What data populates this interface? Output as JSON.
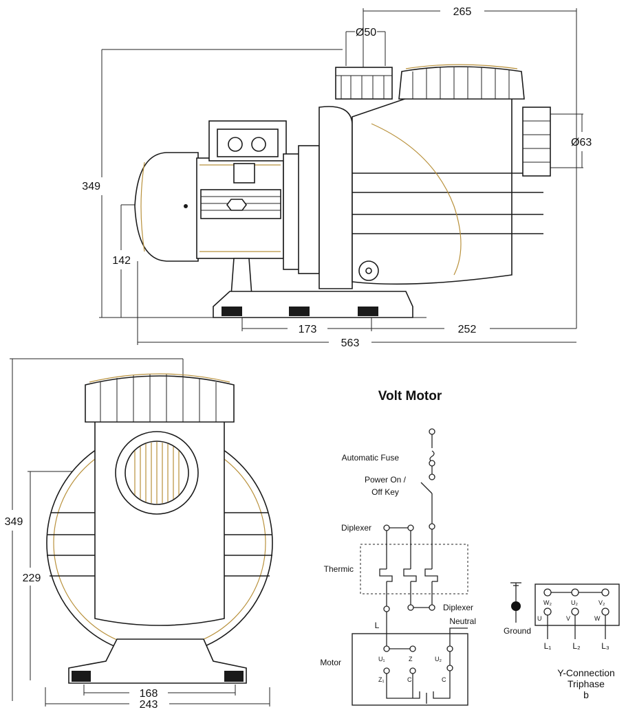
{
  "side_view": {
    "dim_top_width": "265",
    "dim_inlet_diameter": "Ø50",
    "dim_outlet_diameter": "Ø63",
    "dim_height": "349",
    "dim_axis_height": "142",
    "dim_base_front": "173",
    "dim_base_rear": "252",
    "dim_total_length": "563"
  },
  "front_view": {
    "dim_height": "349",
    "dim_axis_height": "229",
    "dim_base_inner": "168",
    "dim_base_outer": "243"
  },
  "wiring": {
    "title": "Volt Motor",
    "automatic_fuse": "Automatic Fuse",
    "power_key_line1": "Power On /",
    "power_key_line2": "Off Key",
    "diplexer_top": "Diplexer",
    "thermic": "Thermic",
    "diplexer_bottom": "Diplexer",
    "neutral": "Neutral",
    "line": "L",
    "motor": "Motor",
    "term_u1": "U₁",
    "term_z": "Z",
    "term_u2": "U₂",
    "term_z1": "Z₁",
    "term_c1": "C",
    "term_c2": "C"
  },
  "triphase": {
    "ground": "Ground",
    "w2": "W₂",
    "u2": "U₂",
    "v2": "V₂",
    "u": "U",
    "v": "V",
    "w": "W",
    "l1": "L₁",
    "l2": "L₂",
    "l3": "L₃",
    "caption_line1": "Y-Connection",
    "caption_line2": "Triphase",
    "caption_line3": "b"
  }
}
